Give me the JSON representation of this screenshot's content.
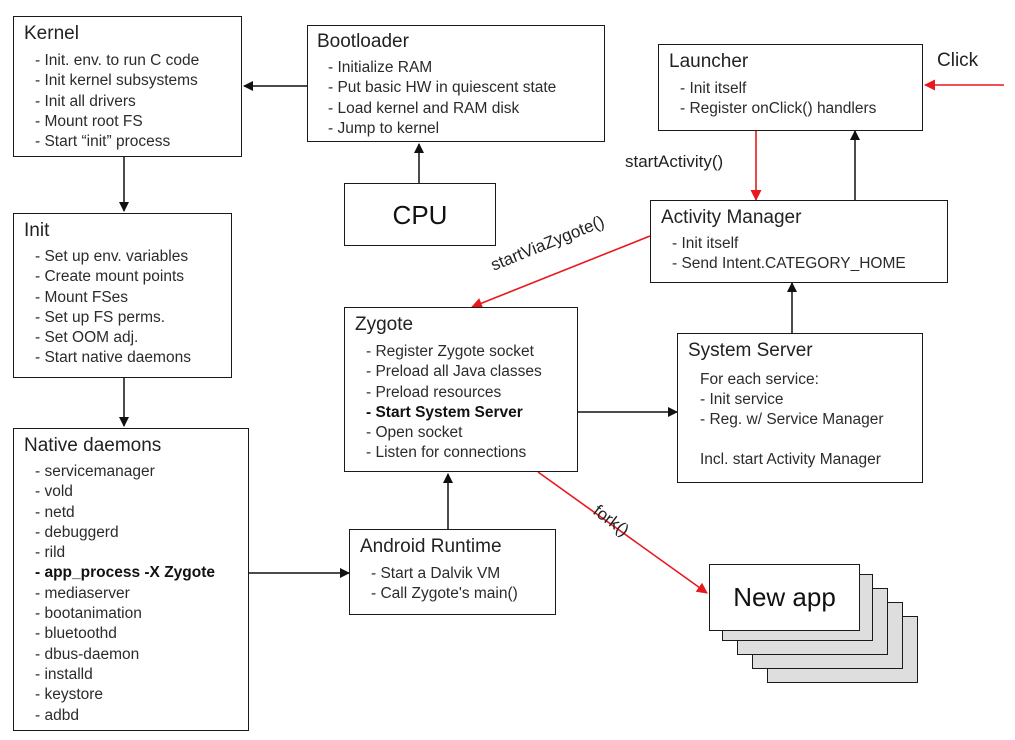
{
  "kernel": {
    "title": "Kernel",
    "items": [
      "- Init. env. to run C code",
      "- Init kernel subsystems",
      "- Init all drivers",
      "- Mount root FS",
      "- Start “init” process"
    ]
  },
  "bootloader": {
    "title": "Bootloader",
    "items": [
      "- Initialize RAM",
      "- Put basic HW in quiescent state",
      "- Load kernel and RAM disk",
      "- Jump to kernel"
    ]
  },
  "cpu": {
    "label": "CPU"
  },
  "init": {
    "title": "Init",
    "items": [
      "- Set up env. variables",
      "- Create mount points",
      "- Mount FSes",
      "- Set up FS perms.",
      "- Set OOM adj.",
      "- Start native daemons"
    ]
  },
  "native_daemons": {
    "title": "Native daemons",
    "items": [
      "- servicemanager",
      "- vold",
      "- netd",
      "- debuggerd",
      "- rild",
      "- app_process -X Zygote",
      "- mediaserver",
      "- bootanimation",
      "- bluetoothd",
      "- dbus-daemon",
      "- installd",
      "- keystore",
      "- adbd"
    ]
  },
  "zygote": {
    "title": "Zygote",
    "items": [
      "- Register Zygote socket",
      "- Preload all Java classes",
      "- Preload resources",
      "- Start System Server",
      "- Open socket",
      "- Listen for connections"
    ]
  },
  "android_runtime": {
    "title": "Android Runtime",
    "items": [
      "- Start a Dalvik VM",
      "- Call Zygote's main()"
    ]
  },
  "system_server": {
    "title": "System Server",
    "intro": "For each service:",
    "items": [
      "- Init service",
      "- Reg. w/ Service Manager"
    ],
    "footer": "Incl. start Activity Manager"
  },
  "activity_manager": {
    "title": "Activity Manager",
    "items": [
      "- Init itself",
      "- Send Intent.CATEGORY_HOME"
    ]
  },
  "launcher": {
    "title": "Launcher",
    "items": [
      "- Init itself",
      "- Register onClick() handlers"
    ]
  },
  "new_app": {
    "label": "New app"
  },
  "edge_labels": {
    "click": "Click",
    "start_activity": "startActivity()",
    "start_via_zygote": "startViaZygote()",
    "fork": "fork()"
  },
  "colors": {
    "arrow_black": "#111111",
    "arrow_red": "#e8191e"
  }
}
